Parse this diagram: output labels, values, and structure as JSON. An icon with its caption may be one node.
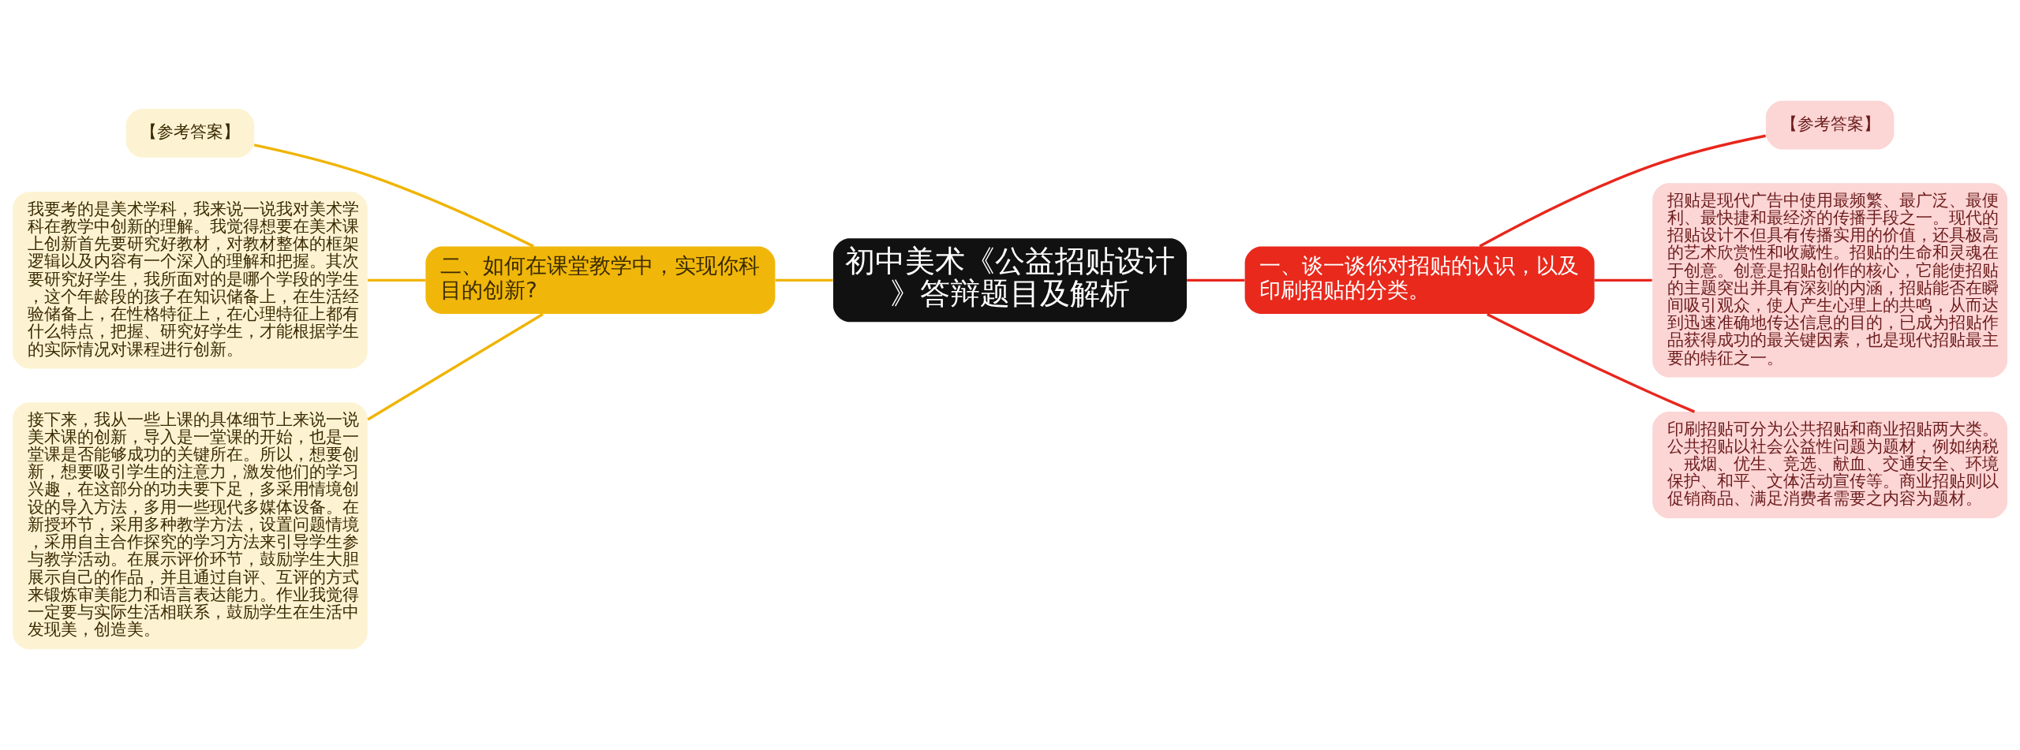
{
  "diagram": {
    "nodes": [
      {
        "text": [
          "初中美术《公益招贴设计》答辩题目及解析"
        ]
      },
      {
        "text": [
          "一、谈一谈你对招贴的认识，以及印刷招贴的分类。"
        ]
      },
      {
        "text": [
          "【参考答案】"
        ]
      },
      {
        "text": [
          "招贴是现代广告中使用最频繁、最广泛、最便利、最快捷和最经济的传播手段之一。现代的招贴设计不但具有传播实用的价值，还具极高的艺术欣赏性和收藏性。招贴的生命和灵魂在于创意。创意是招贴创作的核心，它能使招贴的主题突出并具有深刻的内涵，招贴能否在瞬间吸引观众，使人产生心理上的共鸣，从而达到迅速准确地传达信息的目的，已成为招贴作品获得成功的最关键因素，也是现代招贴最主要的特征之一。"
        ]
      },
      {
        "text": [
          "印刷招贴可分为公共招贴和商业招贴两大类。公共招贴以社会公益性问题为题材，例如纳税、戒烟、优生、竞选、献血、交通安全、环境保护、和平、文体活动宣传等。商业招贴则以促销商品、满足消费者需要之内容为题材。"
        ]
      },
      {
        "text": [
          "二、如何在课堂教学中，实现你科目的创新?"
        ]
      },
      {
        "text": [
          "【参考答案】"
        ]
      },
      {
        "text": [
          "我要考的是美术学科，我来说一说我对美术学科在教学中创新的理解。我觉得想要在美术课上创新首先要研究好教材，对教材整体的框架逻辑以及内容有一个深入的理解和把握。其次要研究好学生，我所面对的是哪个学段的学生，这个年龄段的孩子在知识储备上，在生活经验储备上，在性格特征上，在心理特征上都有什么特点，把握、研究好学生，才能根据学生的实际情况对课程进行创新。"
        ]
      },
      {
        "text": [
          "接下来，我从一些上课的具体细节上来说一说美术课的创新，导入是一堂课的开始，也是一堂课是否能够成功的关键所在。所以，想要创新，想要吸引学生的注意力，激发他们的学习兴趣，在这部分的功夫要下足，多采用情境创设的导入方法，多用一些现代多媒体设备。在新授环节，采用多种教学方法，设置问题情境，采用自主合作探究的学习方法来引导学生参与教学活动。在展示评价环节，鼓励学生大胆展示自己的作品，并且通过自评、互评的方式来锻炼审美能力和语言表达能力。作业我觉得一定要与实际生活相联系，鼓励学生在生活中发现美，创造美。"
        ]
      }
    ],
    "edges": [
      {
        "from": 0,
        "to": 1,
        "arrow": "none",
        "color": "#e8261c"
      },
      {
        "from": 1,
        "to": 2,
        "arrow": "none",
        "color": "#e8261c"
      },
      {
        "from": 1,
        "to": 3,
        "arrow": "none",
        "color": "#e8261c"
      },
      {
        "from": 1,
        "to": 4,
        "arrow": "none",
        "color": "#e8261c"
      },
      {
        "from": 0,
        "to": 5,
        "arrow": "none",
        "color": "#f0b400"
      },
      {
        "from": 5,
        "to": 6,
        "arrow": "none",
        "color": "#f0b400"
      },
      {
        "from": 5,
        "to": 7,
        "arrow": "none",
        "color": "#f0b400"
      },
      {
        "from": 5,
        "to": 8,
        "arrow": "none",
        "color": "#f0b400"
      }
    ]
  }
}
